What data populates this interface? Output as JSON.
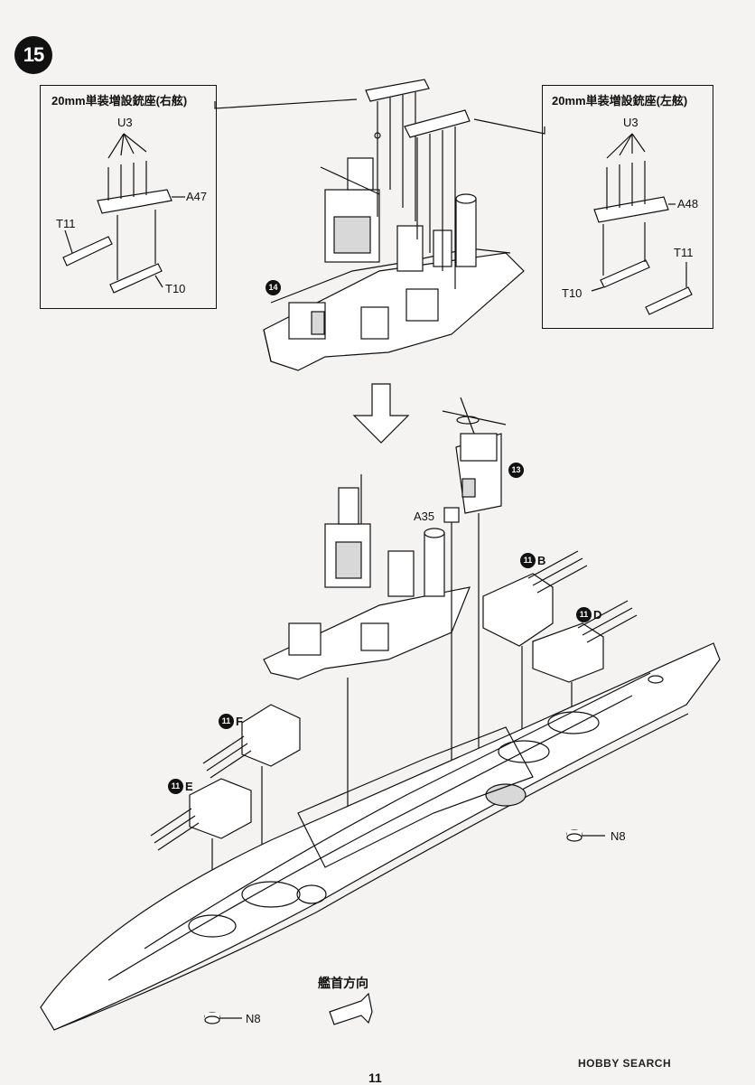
{
  "step": {
    "number": "15"
  },
  "insets": {
    "right": {
      "title": "20mm単装増設銃座(右舷)",
      "parts": {
        "u": "U3",
        "a": "A47",
        "t_left": "T11",
        "t_right": "T10"
      }
    },
    "left": {
      "title": "20mm単装増設銃座(左舷)",
      "parts": {
        "u": "U3",
        "a": "A48",
        "t_right": "T11",
        "t_left": "T10"
      }
    }
  },
  "subassemblies": {
    "s14": "14",
    "s13": "13",
    "turret_b": {
      "num": "11",
      "letter": "B"
    },
    "turret_d": {
      "num": "11",
      "letter": "D"
    },
    "turret_f": {
      "num": "11",
      "letter": "F"
    },
    "turret_e": {
      "num": "11",
      "letter": "E"
    }
  },
  "parts": {
    "a35": "A35",
    "n8_right": "N8",
    "n8_left": "N8"
  },
  "direction": {
    "label": "艦首方向"
  },
  "page_number": "11",
  "watermark": "HOBBY SEARCH",
  "colors": {
    "ink": "#111111",
    "paper": "#f4f3f1",
    "part_fill": "#ffffff",
    "shade": "#d8d8d8"
  }
}
